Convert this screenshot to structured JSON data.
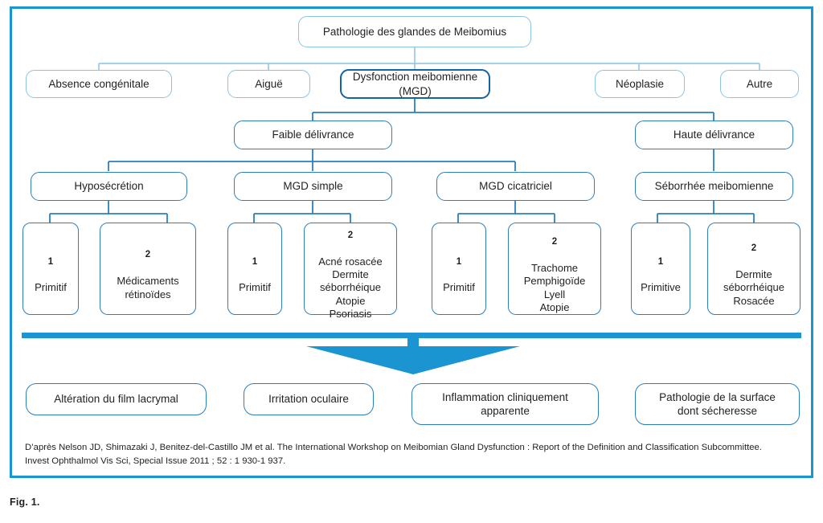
{
  "figure": {
    "caption_prefix": "F",
    "caption_smallcaps": "IG",
    "caption_suffix": ". 1.",
    "caption_full": "Fig. 1.",
    "citation": "D’après Nelson JD, Shimazaki J, Benitez-del-Castillo JM et al. The International Workshop on Meibomian Gland Dysfunction : Report of the Definition and Classification Subcommittee. Invest Ophthalmol Vis Sci, Special Issue 2011 ; 52 : 1 930-1 937."
  },
  "colors": {
    "frame_blue": "#1b94d2",
    "node_blue": "#2a7fc0",
    "node_blue_light": "#8cc3e3",
    "node_blue_strong": "#1164a6",
    "text": "#231f20"
  },
  "chart_data": {
    "type": "diagram",
    "title": "Pathologie des glandes de Meibomius",
    "diagram_kind": "classification-tree"
  },
  "tree": {
    "root": {
      "label": "Pathologie des glandes de Meibomius"
    },
    "tier1": [
      {
        "label": "Absence congénitale"
      },
      {
        "label": "Aiguë"
      },
      {
        "label": "Dysfonction meibomienne (MGD)"
      },
      {
        "label": "Néoplasie"
      },
      {
        "label": "Autre"
      }
    ],
    "tier2": [
      {
        "label": "Faible délivrance"
      },
      {
        "label": "Haute délivrance"
      }
    ],
    "tier3": [
      {
        "label": "Hyposécrétion"
      },
      {
        "label": "MGD simple"
      },
      {
        "label": "MGD cicatriciel"
      },
      {
        "label": "Séborrhée meibomienne"
      }
    ],
    "leaves": [
      {
        "num": "1",
        "label": "Primitif"
      },
      {
        "num": "2",
        "label": "Médicaments\nrétinoïdes"
      },
      {
        "num": "1",
        "label": "Primitif"
      },
      {
        "num": "2",
        "label": "Acné rosacée\nDermite\nséborrhéique\nAtopie\nPsoriasis"
      },
      {
        "num": "1",
        "label": "Primitif"
      },
      {
        "num": "2",
        "label": "Trachome\nPemphigoïde\nLyell\nAtopie"
      },
      {
        "num": "1",
        "label": "Primitive"
      },
      {
        "num": "2",
        "label": "Dermite\nséborrhéique\nRosacée"
      }
    ],
    "outcomes": [
      {
        "label": "Altération du film lacrymal"
      },
      {
        "label": "Irritation oculaire"
      },
      {
        "label": "Inflammation cliniquement\napparente"
      },
      {
        "label": "Pathologie de la surface\ndont sécheresse"
      }
    ]
  }
}
